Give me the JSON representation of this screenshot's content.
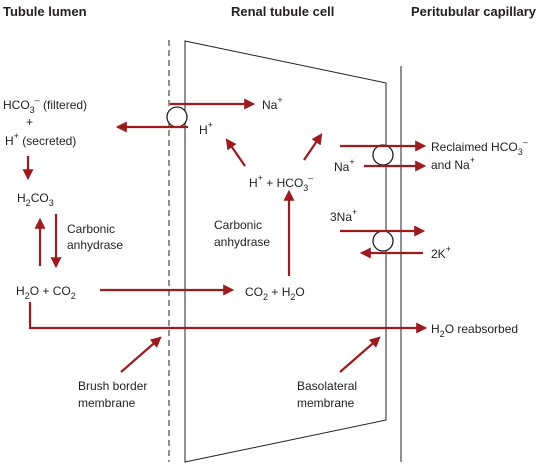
{
  "headers": {
    "lumen": "Tubule lumen",
    "cell": "Renal tubule cell",
    "capillary": "Peritubular capillary"
  },
  "lumen": {
    "hco3_filtered_base": "HCO",
    "hco3_filtered_sub": "3",
    "hco3_filtered_sup": "–",
    "hco3_filtered_suffix": " (filtered)",
    "plus": "+",
    "h_secreted_base": "H",
    "h_secreted_sup": "+",
    "h_secreted_suffix": " (secreted)",
    "h2co3_a": "H",
    "h2co3_sub1": "2",
    "h2co3_b": "CO",
    "h2co3_sub2": "3",
    "carbonic_anhydrase_1": "Carbonic",
    "carbonic_anhydrase_2": "anhydrase",
    "h2o_co2_a": "H",
    "h2o_co2_sub1": "2",
    "h2o_co2_b": "O + CO",
    "h2o_co2_sub2": "2"
  },
  "cell": {
    "na_label": "Na",
    "na_sup": "+",
    "h_label": "H",
    "h_sup": "+",
    "h_hco3_a": "H",
    "h_hco3_sup1": "+",
    "h_hco3_b": " + HCO",
    "h_hco3_sub": "3",
    "h_hco3_sup2": "–",
    "carbonic_anhydrase_1": "Carbonic",
    "carbonic_anhydrase_2": "anhydrase",
    "co2_h2o_a": "CO",
    "co2_h2o_sub1": "2",
    "co2_h2o_b": " + H",
    "co2_h2o_sub2": "2",
    "co2_h2o_c": "O",
    "na_basolateral": "Na",
    "na_basolateral_sup": "+",
    "three_na": "3Na",
    "three_na_sup": "+"
  },
  "capillary": {
    "reclaimed_1": "Reclaimed HCO",
    "reclaimed_sub": "3",
    "reclaimed_sup": "–",
    "reclaimed_2": "and Na",
    "reclaimed_2_sup": "+",
    "two_k": "2K",
    "two_k_sup": "+",
    "h2o_reabsorbed_a": "H",
    "h2o_reabsorbed_sub": "2",
    "h2o_reabsorbed_b": "O reabsorbed"
  },
  "membranes": {
    "brush_border_1": "Brush border",
    "brush_border_2": "membrane",
    "basolateral_1": "Basolateral",
    "basolateral_2": "membrane"
  },
  "colors": {
    "arrow": "#9b1b1f",
    "line": "#231f20"
  }
}
